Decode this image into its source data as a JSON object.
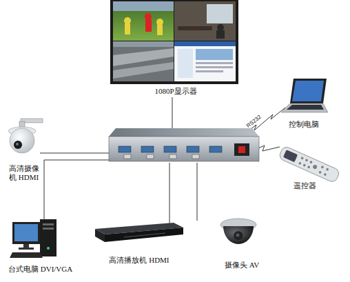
{
  "diagram": {
    "nodes": [
      {
        "text": [
          "1080P显示器"
        ]
      },
      {
        "text": [
          "高清摄像机 HDMI"
        ]
      },
      {
        "text": [
          "控制电脑"
        ]
      },
      {
        "text": [
          "遥控器"
        ]
      },
      {
        "text": [
          "台式电脑 DVI/VGA"
        ]
      },
      {
        "text": [
          "高清播放机 HDMI"
        ]
      },
      {
        "text": [
          "摄像头 AV"
        ]
      }
    ],
    "labels": [
      "RS232"
    ]
  }
}
